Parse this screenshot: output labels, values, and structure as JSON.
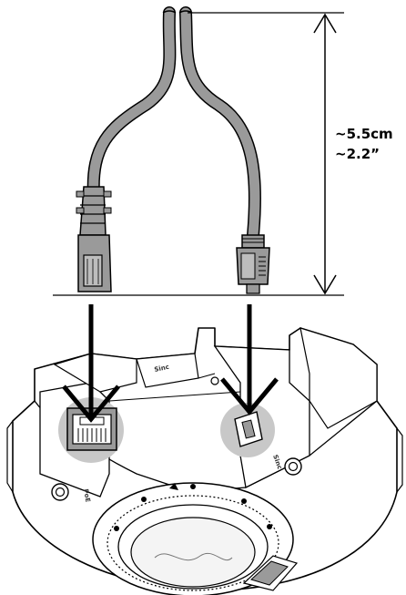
{
  "dimension": {
    "metric": "~5.5cm",
    "imperial": "~2.2”"
  },
  "port_labels": {
    "poe": "PoE",
    "side": "Sinc"
  },
  "colors": {
    "cable": "#9a9a9a",
    "port_highlight": "#c8c8c8",
    "ink": "#000000",
    "housing": "#ffffff"
  },
  "icons": {
    "rj45_connector": "rj45-plug-icon",
    "small_connector": "micro-plug-icon",
    "insert_arrow": "down-arrow-icon"
  }
}
